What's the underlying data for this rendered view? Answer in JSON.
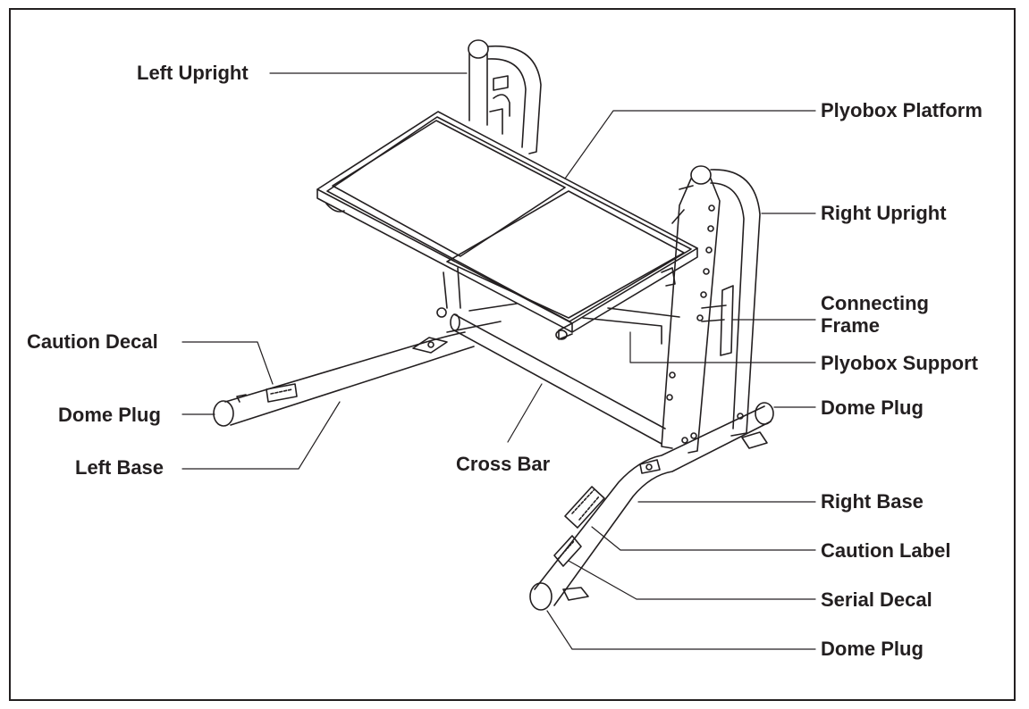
{
  "labels": {
    "left_upright": "Left Upright",
    "plyobox_platform": "Plyobox Platform",
    "right_upright": "Right Upright",
    "connecting_frame_1": "Connecting",
    "connecting_frame_2": "Frame",
    "plyobox_support": "Plyobox Support",
    "caution_decal": "Caution Decal",
    "dome_plug_left": "Dome Plug",
    "dome_plug_right": "Dome Plug",
    "left_base": "Left Base",
    "cross_bar": "Cross Bar",
    "right_base": "Right Base",
    "caution_label": "Caution Label",
    "serial_decal": "Serial Decal",
    "dome_plug_bottom": "Dome Plug"
  },
  "colors": {
    "line": "#231f20",
    "background": "#ffffff"
  }
}
